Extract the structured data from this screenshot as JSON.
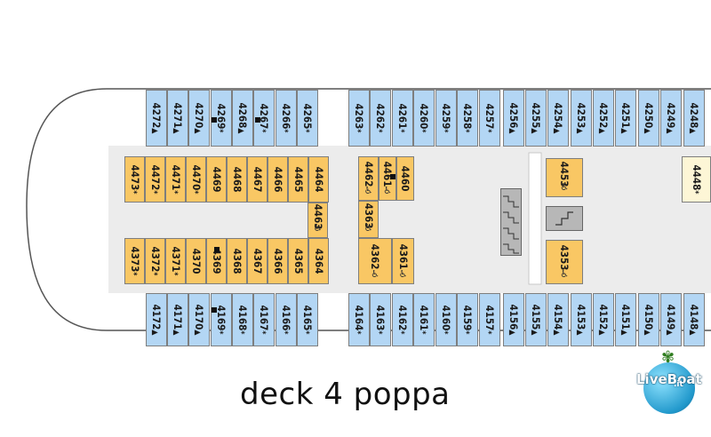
{
  "caption": "deck 4 poppa",
  "logo": {
    "text": "LiveBoat",
    "suffix": ".it"
  },
  "colors": {
    "hull_outline": "#555555",
    "corridor": "#ececec",
    "cabin_blue": "#b3d6f4",
    "cabin_orange": "#f9c764",
    "cabin_cream": "#fdf6d6",
    "stairs": "#b7b7b7"
  },
  "icons": {
    "accessible": "accessible-cabin-icon",
    "connecting": "connecting-door-marker-icon",
    "stairs": "stairs-icon"
  },
  "cabins_top": [
    {
      "num": "4272",
      "suf": "▲"
    },
    {
      "num": "4271",
      "suf": "▲"
    },
    {
      "num": "4270",
      "suf": "▲"
    },
    {
      "num": "4269",
      "suf": "*"
    },
    {
      "num": "4268",
      "suf": "▲"
    },
    {
      "num": "4267",
      "suf": "*"
    },
    {
      "num": "4266",
      "suf": "*"
    },
    {
      "num": "4265",
      "suf": "*"
    },
    {
      "num": "4263",
      "suf": "*"
    },
    {
      "num": "4262",
      "suf": "*"
    },
    {
      "num": "4261",
      "suf": "*"
    },
    {
      "num": "4260",
      "suf": "*"
    },
    {
      "num": "4259",
      "suf": "*"
    },
    {
      "num": "4258",
      "suf": "*"
    },
    {
      "num": "4257",
      "suf": "*"
    },
    {
      "num": "4256",
      "suf": "▲"
    },
    {
      "num": "4255",
      "suf": "▲"
    },
    {
      "num": "4254",
      "suf": "▲"
    },
    {
      "num": "4253",
      "suf": "▲"
    },
    {
      "num": "4252",
      "suf": "▲"
    },
    {
      "num": "4251",
      "suf": "▲"
    },
    {
      "num": "4250",
      "suf": "▲"
    },
    {
      "num": "4249",
      "suf": "▲"
    },
    {
      "num": "4248",
      "suf": "▲"
    }
  ],
  "cabins_bottom": [
    {
      "num": "4172",
      "suf": "▲"
    },
    {
      "num": "4171",
      "suf": "▲"
    },
    {
      "num": "4170",
      "suf": "▲"
    },
    {
      "num": "4169",
      "suf": "*"
    },
    {
      "num": "4168",
      "suf": "*"
    },
    {
      "num": "4167",
      "suf": "*"
    },
    {
      "num": "4166",
      "suf": "*"
    },
    {
      "num": "4165",
      "suf": "*"
    },
    {
      "num": "4164",
      "suf": "*"
    },
    {
      "num": "4163",
      "suf": "*"
    },
    {
      "num": "4162",
      "suf": "*"
    },
    {
      "num": "4161",
      "suf": "*"
    },
    {
      "num": "4160",
      "suf": "*"
    },
    {
      "num": "4159",
      "suf": "*"
    },
    {
      "num": "4157",
      "suf": "*"
    },
    {
      "num": "4156",
      "suf": "▲"
    },
    {
      "num": "4155",
      "suf": "▲"
    },
    {
      "num": "4154",
      "suf": "▲"
    },
    {
      "num": "4153",
      "suf": "▲"
    },
    {
      "num": "4152",
      "suf": "▲"
    },
    {
      "num": "4151",
      "suf": "▲"
    },
    {
      "num": "4150",
      "suf": "▲"
    },
    {
      "num": "4149",
      "suf": "▲"
    },
    {
      "num": "4148",
      "suf": "▲"
    }
  ],
  "cabins_inner_top": [
    {
      "num": "4473",
      "suf": "*"
    },
    {
      "num": "4472",
      "suf": "*"
    },
    {
      "num": "4471",
      "suf": "*"
    },
    {
      "num": "4470",
      "suf": "*"
    },
    {
      "num": "4469",
      "suf": ""
    },
    {
      "num": "4468",
      "suf": ""
    },
    {
      "num": "4467",
      "suf": ""
    },
    {
      "num": "4466",
      "suf": ""
    },
    {
      "num": "4465",
      "suf": ""
    },
    {
      "num": "4464",
      "suf": ""
    }
  ],
  "cabins_inner_bottom": [
    {
      "num": "4373",
      "suf": "*"
    },
    {
      "num": "4372",
      "suf": "*"
    },
    {
      "num": "4371",
      "suf": "*"
    },
    {
      "num": "4370",
      "suf": ""
    },
    {
      "num": "4369",
      "suf": ""
    },
    {
      "num": "4368",
      "suf": ""
    },
    {
      "num": "4367",
      "suf": ""
    },
    {
      "num": "4366",
      "suf": ""
    },
    {
      "num": "4365",
      "suf": ""
    },
    {
      "num": "4364",
      "suf": ""
    }
  ],
  "cabins_special": [
    {
      "num": "4463",
      "suf": ""
    },
    {
      "num": "4462",
      "suf": ""
    },
    {
      "num": "4461",
      "suf": ""
    },
    {
      "num": "4460",
      "suf": ""
    },
    {
      "num": "4363",
      "suf": ""
    },
    {
      "num": "4362",
      "suf": ""
    },
    {
      "num": "4361",
      "suf": ""
    },
    {
      "num": "4453",
      "suf": ""
    },
    {
      "num": "4353",
      "suf": ""
    },
    {
      "num": "4448",
      "suf": "*"
    }
  ]
}
